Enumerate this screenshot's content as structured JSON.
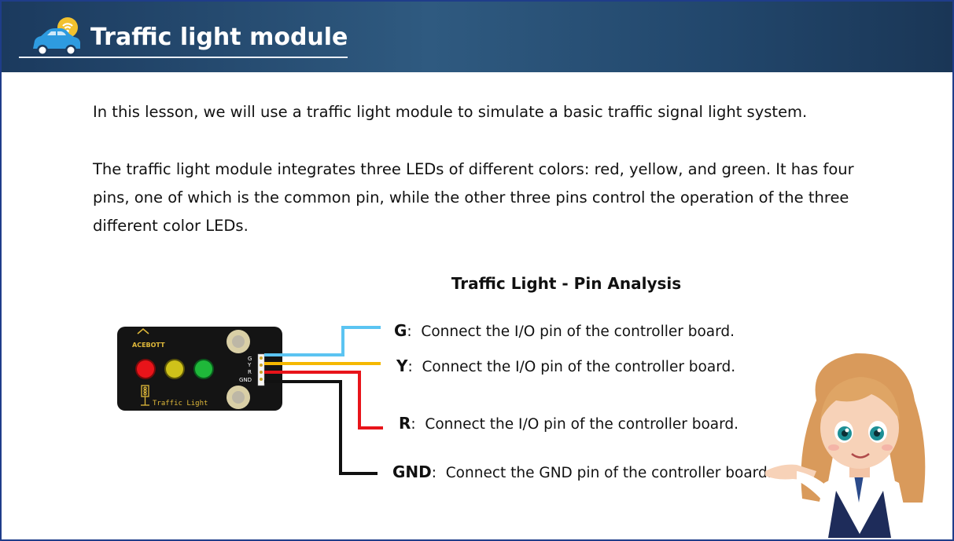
{
  "header": {
    "title": "Traffic light module",
    "icon": "car-wifi-icon",
    "colors": {
      "bar": "#1f3d66",
      "icon_car": "#2e9be0",
      "icon_wifi": "#f2c12e"
    }
  },
  "content": {
    "intro": "In this lesson, we will use a traffic light module to simulate a basic traffic signal light system.",
    "description": "The traffic light module integrates three LEDs of different colors: red, yellow, and green. It has four pins, one of which is the common pin, while the other three pins control the operation of the three different color LEDs."
  },
  "diagram": {
    "title": "Traffic Light - Pin Analysis",
    "module": {
      "brand": "ACEBOTT",
      "label": "Traffic Light",
      "pin_labels": [
        "G",
        "Y",
        "R",
        "GND"
      ],
      "led_colors": [
        "#e8141a",
        "#cfc21a",
        "#1fb83a"
      ]
    },
    "pins": [
      {
        "name": "G",
        "separator": ":",
        "desc": "Connect the I/O pin of the controller board.",
        "wire_color": "#5bc4f2"
      },
      {
        "name": "Y",
        "separator": ":",
        "desc": "Connect the I/O pin of the controller board.",
        "wire_color": "#f5b800"
      },
      {
        "name": "R",
        "separator": ":",
        "desc": "Connect the I/O pin of the controller board.",
        "wire_color": "#e8141a"
      },
      {
        "name": "GND",
        "separator": ":",
        "desc": "Connect the GND pin of the controller board.",
        "wire_color": "#111111"
      }
    ]
  },
  "illustration": {
    "icon": "teacher-girl-illustration"
  }
}
